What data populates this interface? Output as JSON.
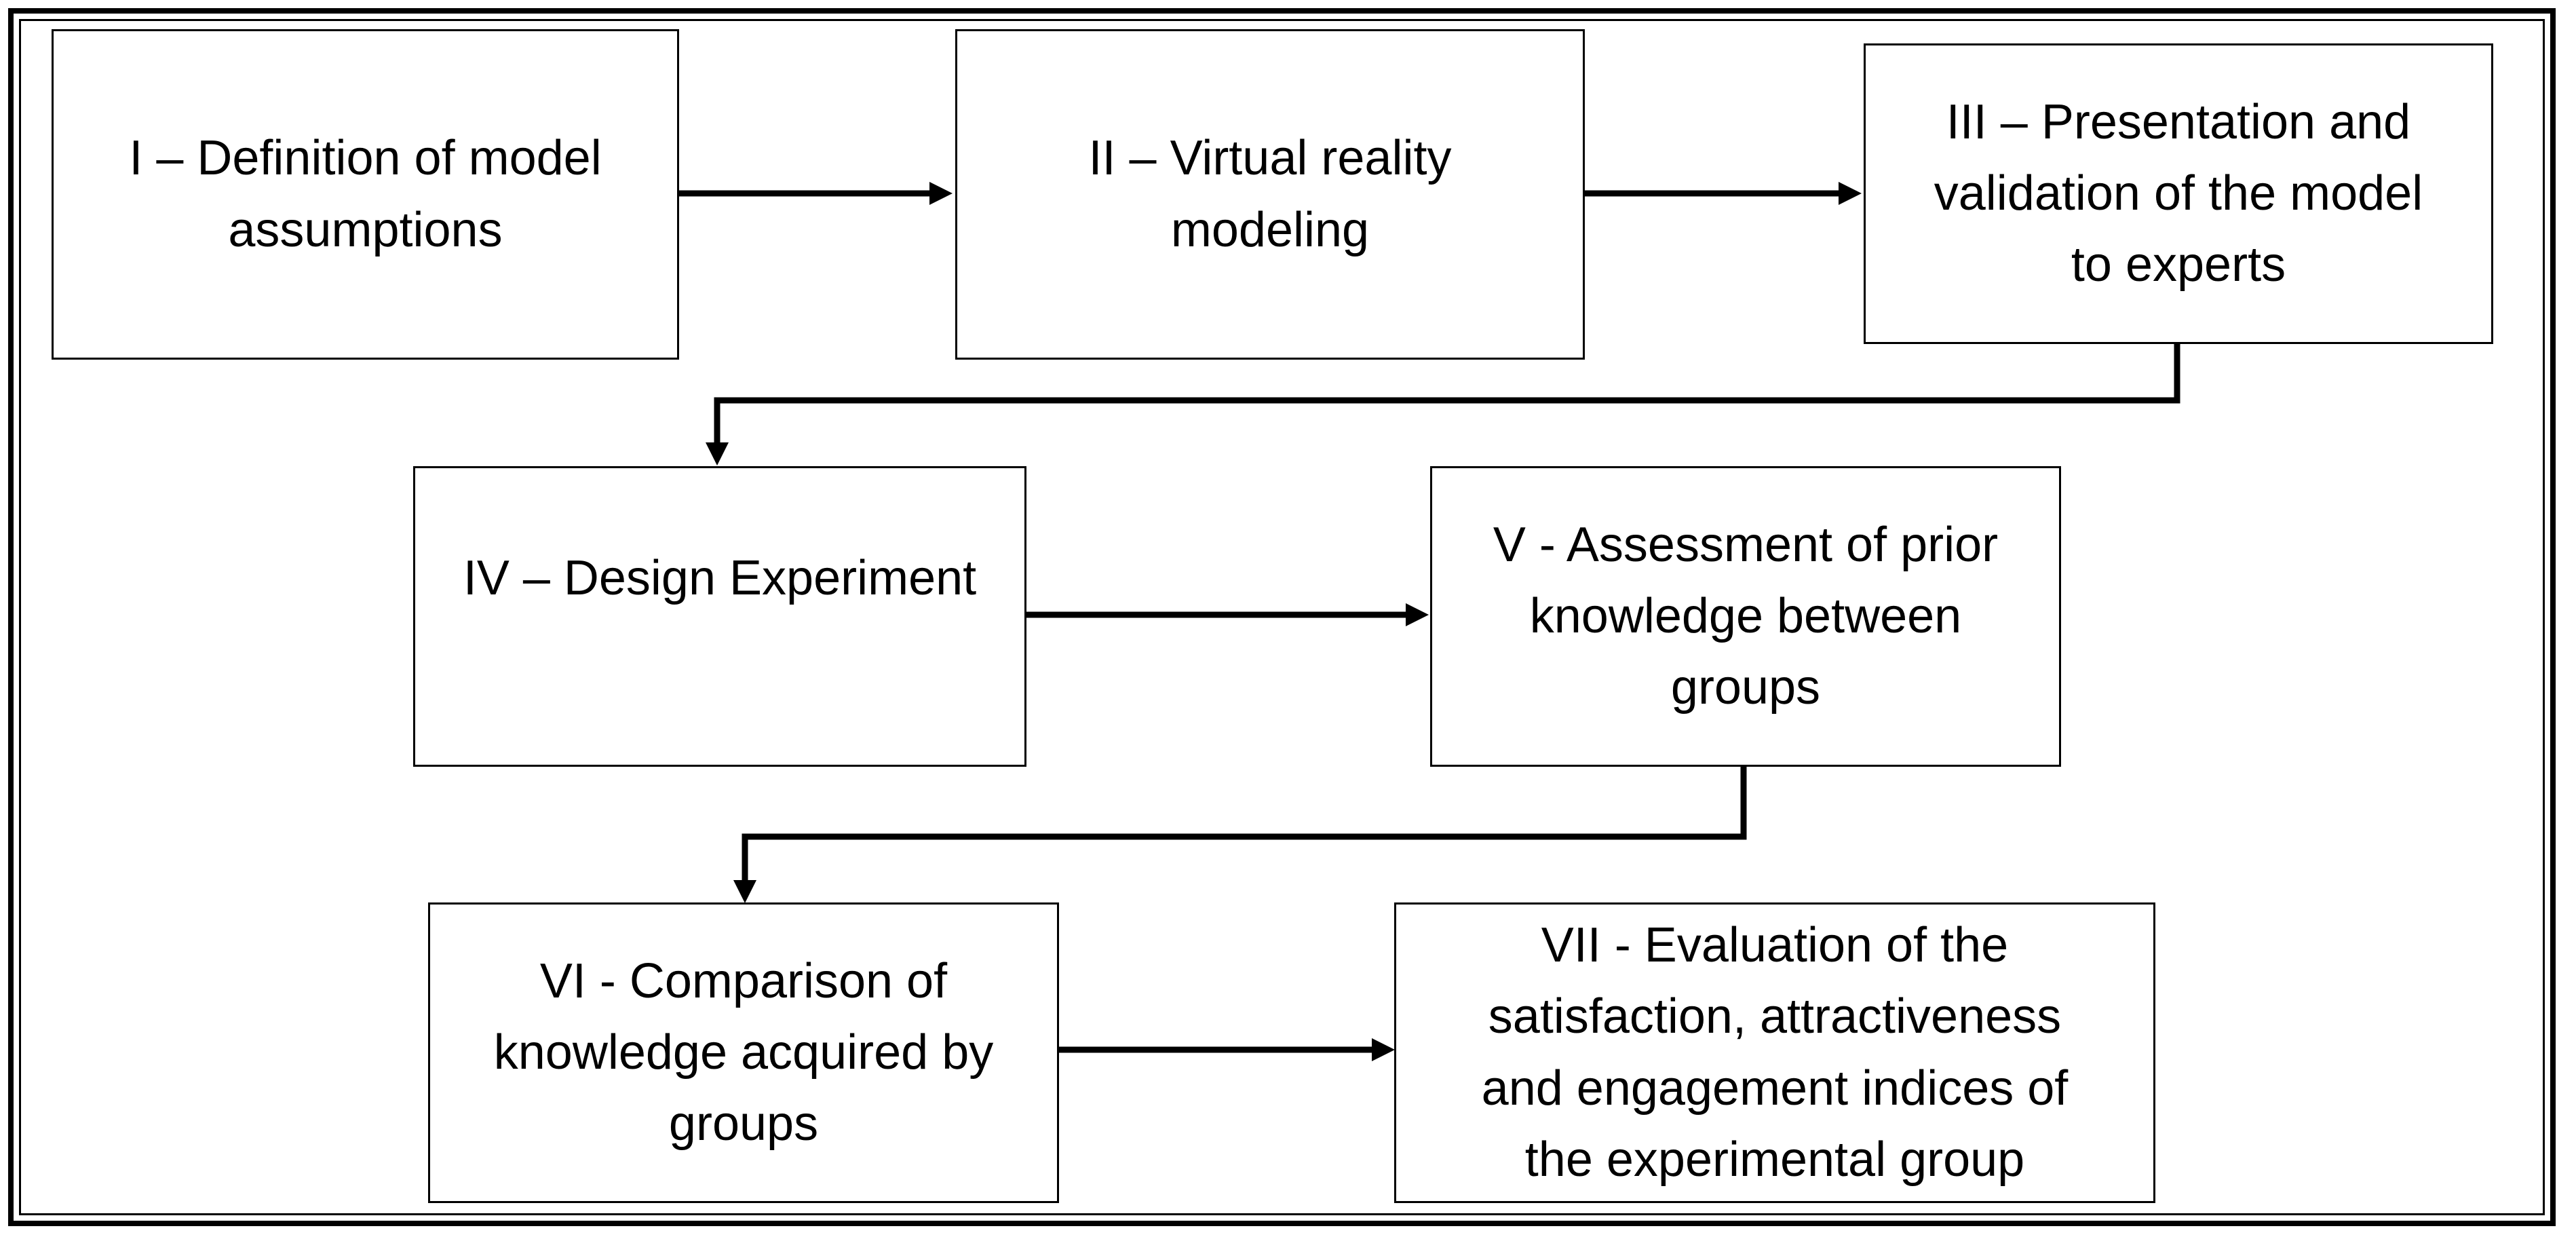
{
  "steps": [
    {
      "id": "I",
      "label": "I – Definition of model\nassumptions"
    },
    {
      "id": "II",
      "label": "II – Virtual reality\nmodeling"
    },
    {
      "id": "III",
      "label": "III – Presentation and\nvalidation of the model\nto experts"
    },
    {
      "id": "IV",
      "label": "IV – Design Experiment"
    },
    {
      "id": "V",
      "label": "V - Assessment of prior\nknowledge between\ngroups"
    },
    {
      "id": "VI",
      "label": "VI - Comparison of\nknowledge acquired by\ngroups"
    },
    {
      "id": "VII",
      "label": "VII - Evaluation of the\nsatisfaction, attractiveness\nand engagement indices of\nthe experimental group"
    }
  ],
  "connections": [
    {
      "from": "I",
      "to": "II"
    },
    {
      "from": "II",
      "to": "III"
    },
    {
      "from": "III",
      "to": "IV"
    },
    {
      "from": "IV",
      "to": "V"
    },
    {
      "from": "V",
      "to": "VI"
    },
    {
      "from": "VI",
      "to": "VII"
    }
  ],
  "colors": {
    "line": "#000000",
    "box_fill": "#ffffff",
    "text": "#000000"
  }
}
